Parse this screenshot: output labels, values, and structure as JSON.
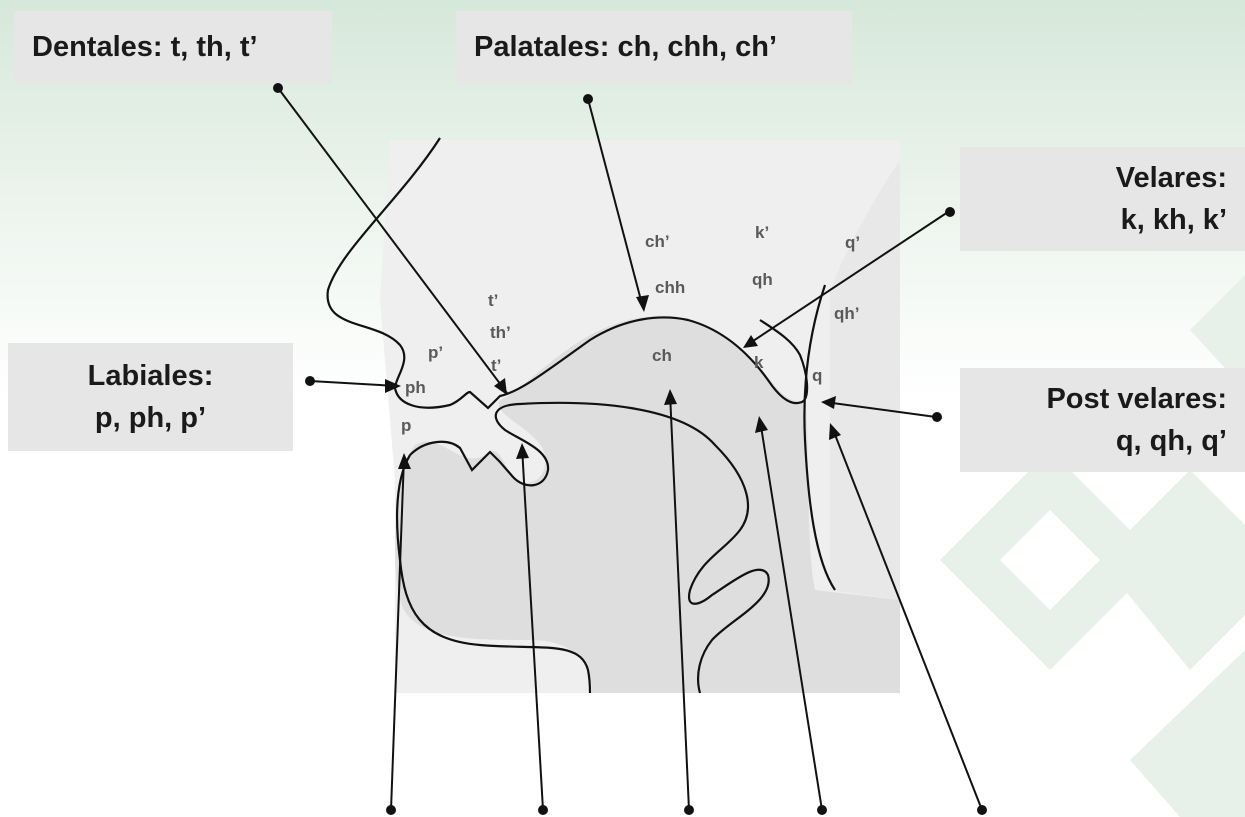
{
  "labels": {
    "dentales": "Dentales: t, th, t’",
    "palatales": "Palatales: ch, chh, ch’",
    "velares_title": "Velares:",
    "velares_sounds": "k,  kh,  k’",
    "labiales_title": "Labiales:",
    "labiales_sounds": "p, ph, p’",
    "postvelares_title": "Post velares:",
    "postvelares_sounds": "q, qh, q’"
  },
  "phonemes": {
    "p_ej": "p’",
    "ph": "ph",
    "p": "p",
    "t_ej": "t’",
    "th_ej": "th’",
    "t_ej2": "t’",
    "ch_ej": "ch’",
    "chh": "chh",
    "ch": "ch",
    "k_ej": "k’",
    "qh": "qh",
    "k": "k",
    "q_ej": "q’",
    "qh_ej": "qh’",
    "q": "q"
  },
  "colors": {
    "background_pattern": "#e4efe6",
    "head_fill": "#efefef",
    "tongue_fill": "#dedede",
    "label_box": "#e6e6e6",
    "line": "#111111",
    "phoneme_text": "#5a5a5a"
  }
}
